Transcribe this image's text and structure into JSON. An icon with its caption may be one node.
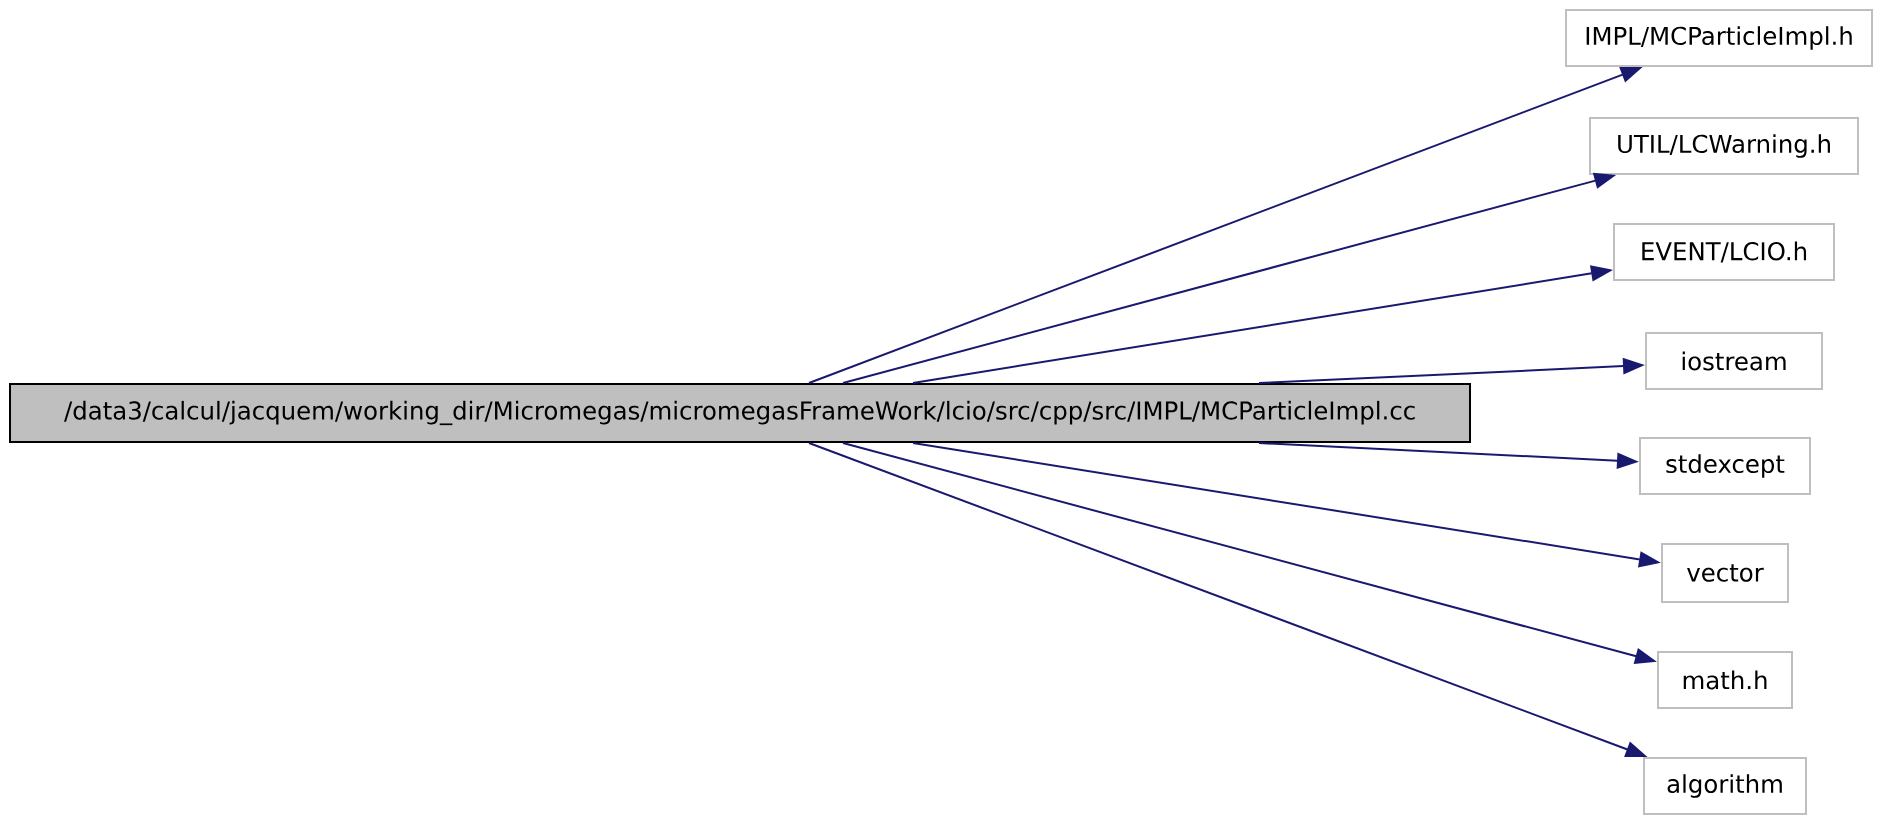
{
  "diagram": {
    "nodes": [
      {
        "text": [
          "/data3/calcul/jacquem/working_dir/Micromegas/micromegasFrameWork/lcio/src/cpp/src/IMPL/MCParticleImpl.cc"
        ]
      },
      {
        "text": [
          "IMPL/MCParticleImpl.h"
        ]
      },
      {
        "text": [
          "UTIL/LCWarning.h"
        ]
      },
      {
        "text": [
          "EVENT/LCIO.h"
        ]
      },
      {
        "text": [
          "iostream"
        ]
      },
      {
        "text": [
          "stdexcept"
        ]
      },
      {
        "text": [
          "vector"
        ]
      },
      {
        "text": [
          "math.h"
        ]
      },
      {
        "text": [
          "algorithm"
        ]
      }
    ],
    "edges": [
      {
        "from": 0,
        "to": 1,
        "arrow": "to"
      },
      {
        "from": 0,
        "to": 2,
        "arrow": "to"
      },
      {
        "from": 0,
        "to": 3,
        "arrow": "to"
      },
      {
        "from": 0,
        "to": 4,
        "arrow": "to"
      },
      {
        "from": 0,
        "to": 5,
        "arrow": "to"
      },
      {
        "from": 0,
        "to": 6,
        "arrow": "to"
      },
      {
        "from": 0,
        "to": 7,
        "arrow": "to"
      },
      {
        "from": 0,
        "to": 8,
        "arrow": "to"
      }
    ]
  }
}
